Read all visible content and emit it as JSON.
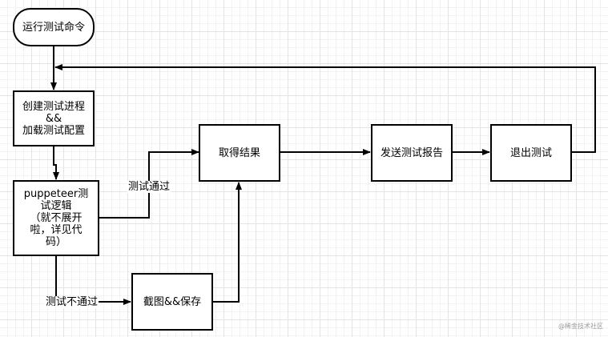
{
  "nodes": {
    "start": "运行测试命令",
    "create": "创建测试进程\n&&\n加载测试配置",
    "puppeteer": "puppeteer测\n试逻辑\n（就不展开\n啦，详见代\n码）",
    "result": "取得结果",
    "report": "发送测试报告",
    "exit": "退出测试",
    "screenshot": "截图&&保存"
  },
  "edges": {
    "pass": "测试通过",
    "fail": "测试不通过"
  },
  "watermark": "@稀金技术社区"
}
